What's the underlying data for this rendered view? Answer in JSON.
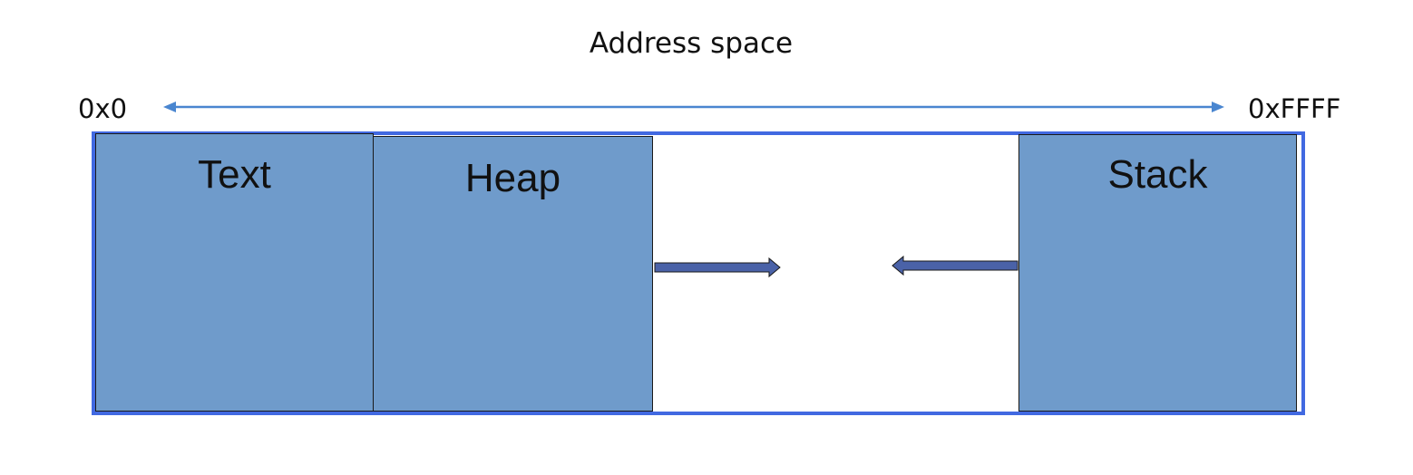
{
  "title": "Address space",
  "address_range": {
    "start": "0x0",
    "end": "0xFFFF"
  },
  "segments": [
    {
      "label": "Text"
    },
    {
      "label": "Heap"
    },
    {
      "label": "Stack"
    }
  ],
  "colors": {
    "segment_fill": "#6f9bcb",
    "frame_border": "#4169e1",
    "range_arrow": "#4a86d0",
    "growth_arrow_fill": "#4a62a8"
  },
  "icons": {
    "range_arrow": "double-headed-arrow-icon",
    "heap_growth": "arrow-right-icon",
    "stack_growth": "arrow-left-icon"
  }
}
